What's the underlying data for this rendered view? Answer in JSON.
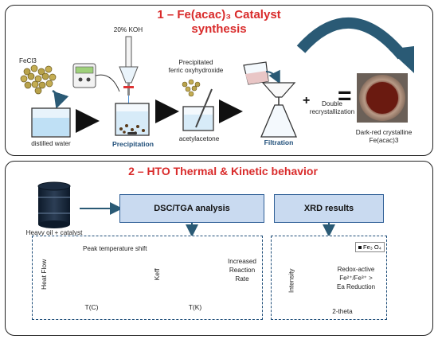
{
  "section1": {
    "title_line1": "1 – Fe(acac)₃ Catalyst",
    "title_line2": "synthesis",
    "fecl3_label": "FeCl3",
    "water_label": "distilled water",
    "koh_label": "20% KOH",
    "precipitation_label": "Precipitation",
    "ferric_label_line1": "Precipitated",
    "ferric_label_line2": "ferric oxyhydroxide",
    "acetylacetone_label": "acetylacetone",
    "filtration_label": "Filtration",
    "plus_sign": "+",
    "recryst_line1": "Double",
    "recryst_line2": "recrystallization",
    "equals_sign": "=",
    "product_line1": "Dark-red crystalline",
    "product_line2": "Fe(acac)3"
  },
  "section2": {
    "title": "2 – HTO Thermal & Kinetic behavior",
    "barrel_label": "Heavy oil + catalyst",
    "dsc_box": "DSC/TGA analysis",
    "xrd_box": "XRD results",
    "heatflow_chart": {
      "title": "Peak temperature shift",
      "ylabel": "Heat Flow",
      "xlabel": "T(C)"
    },
    "keff_chart": {
      "ylabel": "Keff",
      "xlabel": "T(K)",
      "annotation_line1": "Increased",
      "annotation_line2": "Reaction",
      "annotation_line3": "Rate"
    },
    "xrd_chart": {
      "ylabel": "Intensity",
      "xlabel": "2-theta",
      "legend": "Fe₃ O₄",
      "annotation_line1": "Redox-active",
      "annotation_line2": "Fe²⁺/Fe³⁺ >",
      "annotation_line3": "Ea Reduction"
    }
  },
  "colors": {
    "title_red": "#d92b2b",
    "box_blue": "#c9daf0",
    "border_blue": "#1f4e79",
    "arrow_teal": "#2a5a75",
    "curve_green": "#2e8b3e",
    "curve_orange": "#e07b2a",
    "curve_red": "#c0241f"
  }
}
